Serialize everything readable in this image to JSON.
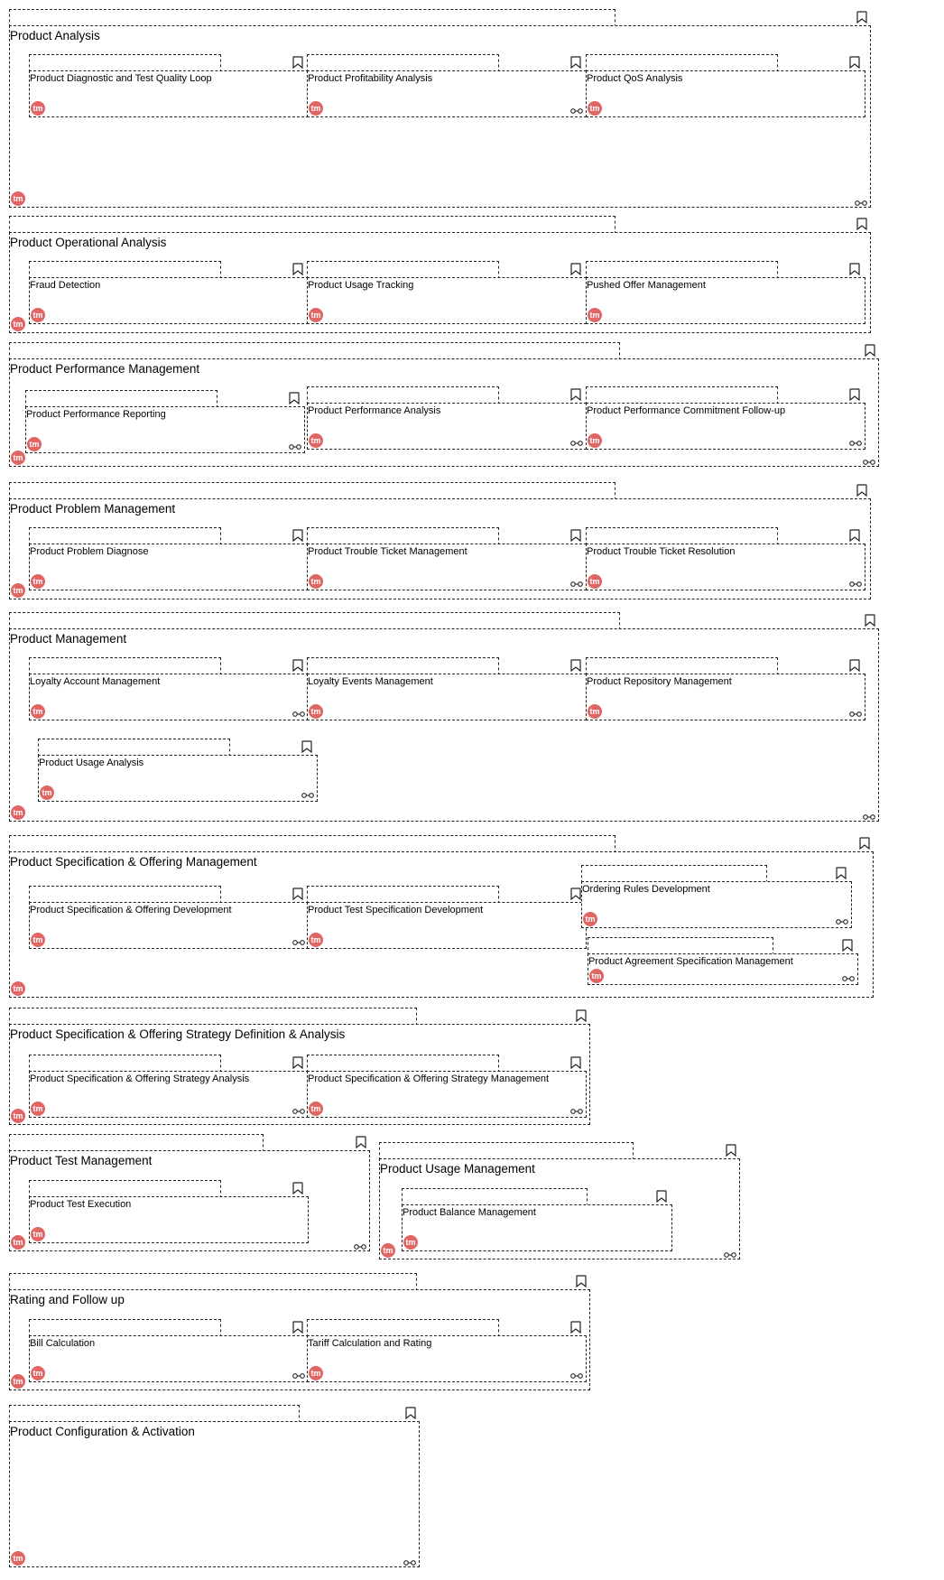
{
  "groups": [
    {
      "title": "Product Analysis",
      "functions": [
        "Product Diagnostic and Test Quality Loop",
        "Product Profitability Analysis",
        "Product QoS Analysis"
      ]
    },
    {
      "title": "Product Operational Analysis",
      "functions": [
        "Fraud Detection",
        "Product Usage Tracking",
        "Pushed Offer Management"
      ]
    },
    {
      "title": "Product Performance Management",
      "functions": [
        "Product Performance Reporting",
        "Product Performance Analysis",
        "Product Performance Commitment Follow-up"
      ]
    },
    {
      "title": "Product Problem Management",
      "functions": [
        "Product Problem Diagnose",
        "Product Trouble Ticket Management",
        "Product Trouble Ticket Resolution"
      ]
    },
    {
      "title": "Product Management",
      "functions": [
        "Loyalty Account Management",
        "Loyalty Events Management",
        "Product Repository Management",
        "Product Usage Analysis"
      ]
    },
    {
      "title": "Product Specification & Offering Management",
      "functions": [
        "Product Specification & Offering Development",
        "Product Test Specification Development",
        "Ordering Rules Development",
        "Product Agreement Specification Management"
      ]
    },
    {
      "title": "Product Specification & Offering Strategy Definition & Analysis",
      "functions": [
        "Product Specification & Offering Strategy Analysis",
        "Product Specification & Offering Strategy Management"
      ]
    },
    {
      "title": "Product Test Management",
      "functions": [
        "Product Test Execution"
      ]
    },
    {
      "title": "Product Usage Management",
      "functions": [
        "Product Balance Management"
      ]
    },
    {
      "title": "Rating and Follow up",
      "functions": [
        "Bill Calculation",
        "Tariff Calculation and Rating"
      ]
    },
    {
      "title": "Product Configuration & Activation",
      "functions": []
    }
  ],
  "badge_text": "tm",
  "colors": {
    "badge": "#e06666",
    "border": "#222222",
    "background": "#ffffff"
  },
  "icons": {
    "bookmark": "bookmark-icon",
    "link": "link-icon",
    "badge": "tm-badge-icon"
  }
}
